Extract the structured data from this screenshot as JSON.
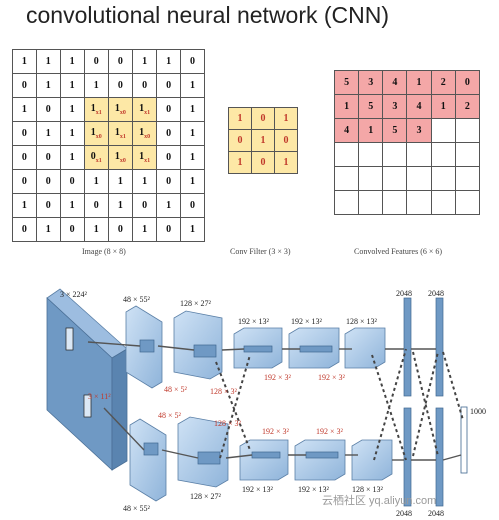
{
  "title": "convolutional neural network (CNN)",
  "image_grid": {
    "caption": "Image (8 × 8)",
    "rows": [
      [
        "1",
        "1",
        "1",
        "0",
        "0",
        "1",
        "1",
        "0"
      ],
      [
        "0",
        "1",
        "1",
        "1",
        "0",
        "0",
        "0",
        "1"
      ],
      [
        "1",
        "0",
        "1",
        "1",
        "1",
        "1",
        "0",
        "1"
      ],
      [
        "0",
        "1",
        "1",
        "1",
        "1",
        "1",
        "0",
        "1"
      ],
      [
        "0",
        "0",
        "1",
        "0",
        "1",
        "1",
        "0",
        "1"
      ],
      [
        "0",
        "0",
        "0",
        "1",
        "1",
        "1",
        "0",
        "1"
      ],
      [
        "1",
        "0",
        "1",
        "0",
        "1",
        "0",
        "1",
        "0"
      ],
      [
        "0",
        "1",
        "0",
        "1",
        "0",
        "1",
        "0",
        "1"
      ]
    ],
    "highlight": {
      "row_start": 2,
      "row_end": 4,
      "col_start": 3,
      "col_end": 5
    },
    "sub_labels": [
      [
        "x1",
        "x0",
        "x1"
      ],
      [
        "x0",
        "x1",
        "x0"
      ],
      [
        "x1",
        "x0",
        "x1"
      ]
    ]
  },
  "filter_grid": {
    "caption": "Conv Filter (3 × 3)",
    "rows": [
      [
        "1",
        "0",
        "1"
      ],
      [
        "0",
        "1",
        "0"
      ],
      [
        "1",
        "0",
        "1"
      ]
    ]
  },
  "feature_grid": {
    "caption": "Convolved Features (6 × 6)",
    "rows": [
      [
        "5",
        "3",
        "4",
        "1",
        "2",
        "0"
      ],
      [
        "1",
        "5",
        "3",
        "4",
        "1",
        "2"
      ],
      [
        "4",
        "1",
        "5",
        "3",
        "",
        ""
      ],
      [
        "",
        "",
        "",
        "",
        "",
        ""
      ],
      [
        "",
        "",
        "",
        "",
        "",
        ""
      ],
      [
        "",
        "",
        "",
        "",
        "",
        ""
      ]
    ],
    "filled_count": 16
  },
  "network": {
    "input_label": "3 × 224²",
    "kernel_label": "3 × 11²",
    "top_labels": [
      "48 × 55²",
      "128 × 27²",
      "192 × 13²",
      "192 × 13²",
      "128 × 13²",
      "2048",
      "2048"
    ],
    "bottom_labels": [
      "48 × 55²",
      "128 × 27²",
      "192 × 13²",
      "192 × 13²",
      "128 × 13²",
      "2048",
      "2048"
    ],
    "red_labels_top": [
      "48 × 5²",
      "128 × 3²",
      "192 × 3²",
      "192 × 3²"
    ],
    "red_labels_bottom": [
      "48 × 5²",
      "128 × 3²",
      "192 × 3²",
      "192 × 3²"
    ],
    "output_label": "1000"
  },
  "watermark": "云栖社区 yq.aliyun.com",
  "colors": {
    "highlight": "#fde8a6",
    "feature_fill": "#f4a7a7",
    "red_text": "#c0392b",
    "block_blue": "#a9c9e8",
    "input_blue": "#6f99c4"
  }
}
